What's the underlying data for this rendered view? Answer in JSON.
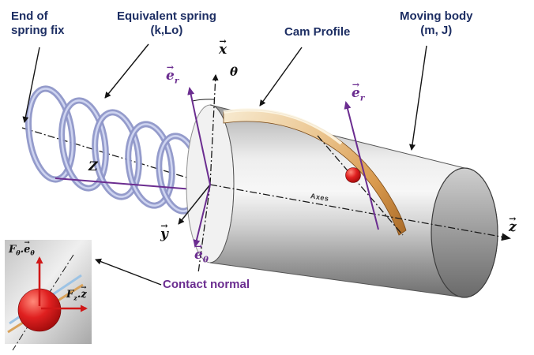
{
  "glyphs": {
    "vec_arrow": "→"
  },
  "labels": {
    "end_of_spring_line1": "End of",
    "end_of_spring_line2": "spring fix",
    "equivalent_spring_line1": "Equivalent spring",
    "equivalent_spring_line2": "(k,Lo)",
    "cam_profile": "Cam Profile",
    "moving_body_line1": "Moving body",
    "moving_body_line2": "(m, J)",
    "contact_normal": "Contact normal",
    "axes": "Axes",
    "spring_axis": "Z",
    "theta": "θ"
  },
  "vectors": {
    "x": "x",
    "y": "y",
    "z": "z",
    "e_base": "e",
    "er_sub": "r",
    "etheta_sub": "θ"
  },
  "forces": {
    "f_base": "F",
    "theta_sub": "θ",
    "z_sub": "z",
    "dot": ".",
    "e_base": "e",
    "etheta_sub": "θ",
    "z_vec": "z"
  },
  "colors": {
    "navy": "#1d2e63",
    "purple": "#6b2d90",
    "red": "#d01818",
    "ink": "#141414",
    "spring_outer": "#8e96c8",
    "spring_inner": "#ced4f0",
    "cam_light": "#f7ead0",
    "cam_dark": "#a96a28",
    "background": "#ffffff"
  }
}
